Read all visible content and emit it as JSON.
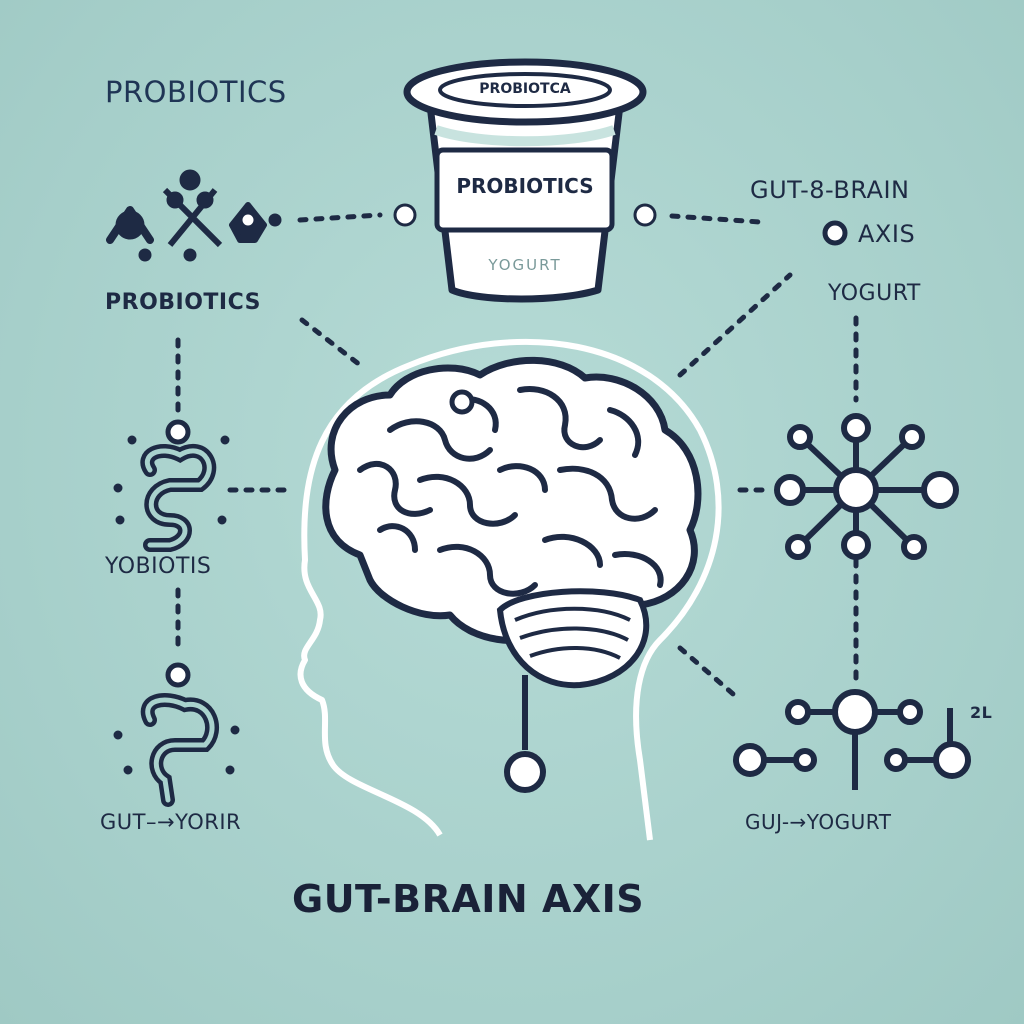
{
  "colors": {
    "background": "#a9d2cd",
    "ink": "#1e2a44",
    "white": "#ffffff"
  },
  "labels": {
    "top_left": "PROBIOTICS",
    "left_upper": "PROBIOTICS",
    "left_middle": "YOBIOTIS",
    "left_lower": "GUT–→YORIR",
    "right_top_line1": "GUT-8-BRAIN",
    "right_top_line2": "AXIS",
    "right_upper": "YOGURT",
    "right_small": "2L",
    "right_lower": "GUJ-→YOGURT",
    "bottom_title": "GUT-BRAIN AXIS"
  },
  "cup": {
    "lid_text": "PROBIOTCA",
    "main_text": "PROBIOTICS",
    "sub_text": "YOGURT"
  },
  "icons": [
    "bacteria-icon",
    "intestine-icon",
    "network-node-icon",
    "brain-icon",
    "yogurt-cup-icon",
    "head-profile-icon"
  ]
}
